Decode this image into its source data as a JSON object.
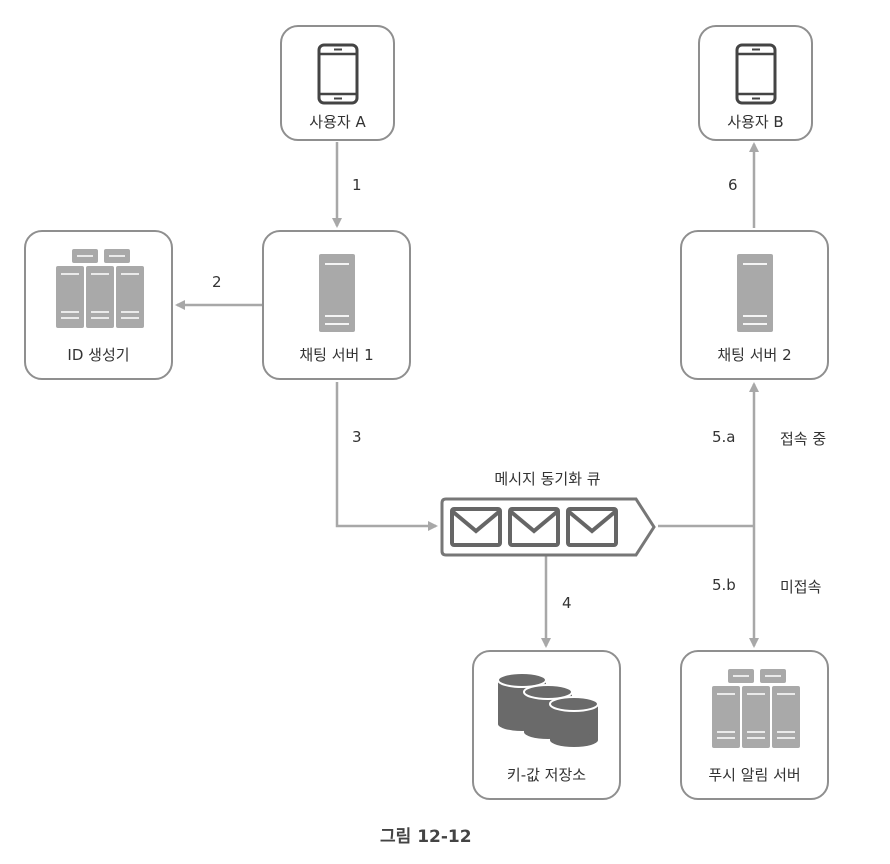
{
  "nodes": {
    "user_a": {
      "label": "사용자 A",
      "icon": "smartphone-icon"
    },
    "user_b": {
      "label": "사용자 B",
      "icon": "smartphone-icon"
    },
    "id_generator": {
      "label": "ID 생성기",
      "icon": "server-cluster-icon"
    },
    "chat_server_1": {
      "label": "채팅 서버 1",
      "icon": "server-icon"
    },
    "chat_server_2": {
      "label": "채팅 서버 2",
      "icon": "server-icon"
    },
    "message_queue": {
      "label": "메시지 동기화 큐",
      "icon": "message-queue-icon"
    },
    "kv_store": {
      "label": "키-값 저장소",
      "icon": "database-icon"
    },
    "push_server": {
      "label": "푸시 알림 서버",
      "icon": "server-cluster-icon"
    }
  },
  "edges": [
    {
      "id": "e1",
      "from": "user_a",
      "to": "chat_server_1",
      "label": "1"
    },
    {
      "id": "e2",
      "from": "chat_server_1",
      "to": "id_generator",
      "label": "2"
    },
    {
      "id": "e3",
      "from": "chat_server_1",
      "to": "message_queue",
      "label": "3"
    },
    {
      "id": "e4",
      "from": "message_queue",
      "to": "kv_store",
      "label": "4"
    },
    {
      "id": "e5a",
      "from": "message_queue",
      "to": "chat_server_2",
      "label": "5.a",
      "condition": "접속 중"
    },
    {
      "id": "e5b",
      "from": "message_queue",
      "to": "push_server",
      "label": "5.b",
      "condition": "미접속"
    },
    {
      "id": "e6",
      "from": "chat_server_2",
      "to": "user_b",
      "label": "6"
    }
  ],
  "caption": "그림 12-12",
  "colors": {
    "stroke": "#8f8f8f",
    "edge": "#a8a8a8",
    "icon_dark": "#555555",
    "icon_gray": "#a9a9a9"
  }
}
